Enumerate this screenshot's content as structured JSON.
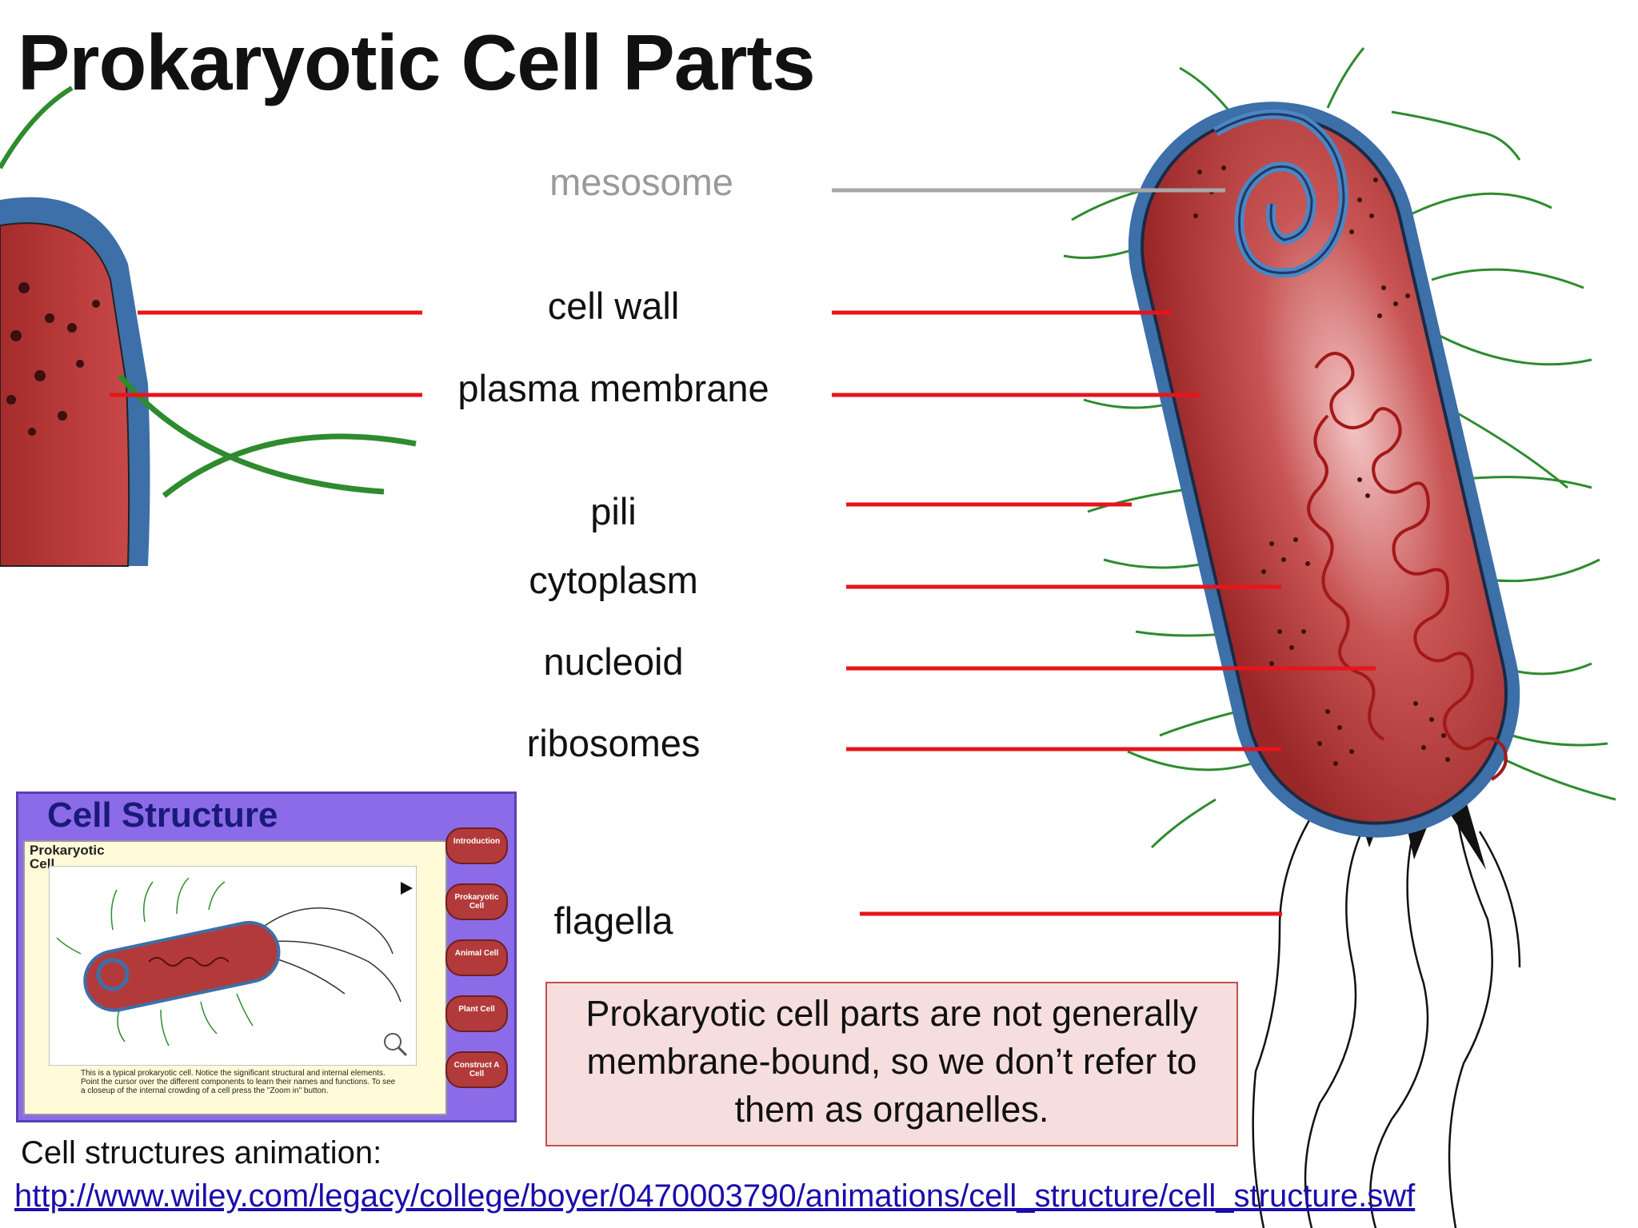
{
  "title": "Prokaryotic Cell Parts",
  "labels": {
    "mesosome": "mesosome",
    "cell_wall": "cell wall",
    "plasma_membrane": "plasma membrane",
    "pili": "pili",
    "cytoplasm": "cytoplasm",
    "nucleoid": "nucleoid",
    "ribosomes": "ribosomes",
    "flagella": "flagella"
  },
  "note": "Prokaryotic cell parts are not generally membrane-bound, so we don’t refer to them as organelles.",
  "caption": "Cell structures animation:",
  "link": "http://www.wiley.com/legacy/college/boyer/0470003790/animations/cell_structure/cell_structure.swf",
  "thumbnail": {
    "title": "Cell Structure",
    "subtitle": "Prokaryotic Cell",
    "description": "This is a typical prokaryotic cell. Notice the significant structural and internal elements. Point the cursor over the different components to learn their names and functions. To see a closeup of the internal crowding of a cell press the \"Zoom in\" button.",
    "buttons": [
      "Introduction",
      "Prokaryotic Cell",
      "Animal Cell",
      "Plant Cell",
      "Construct A Cell"
    ]
  },
  "colors": {
    "leader_line": "#e8141c",
    "mesosome_line": "#a8a8a8",
    "cell_body": "#b83a3a",
    "cell_wall": "#3d6fa8",
    "pili": "#2e8b2e",
    "note_fill": "#f6dede",
    "note_border": "#c0504d"
  }
}
